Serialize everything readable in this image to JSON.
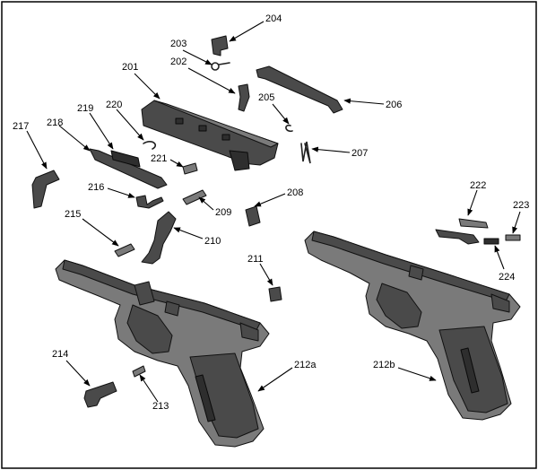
{
  "labels": {
    "l201": "201",
    "l202": "202",
    "l203": "203",
    "l204": "204",
    "l205": "205",
    "l206": "206",
    "l207": "207",
    "l208": "208",
    "l209": "209",
    "l210": "210",
    "l211": "211",
    "l212a": "212a",
    "l212b": "212b",
    "l213": "213",
    "l214": "214",
    "l215": "215",
    "l216": "216",
    "l217": "217",
    "l218": "218",
    "l219": "219",
    "l220": "220",
    "l221": "221",
    "l222": "222",
    "l223": "223",
    "l224": "224"
  },
  "colors": {
    "part": "#4a4a4a",
    "line": "#000000",
    "background": "#ffffff"
  }
}
